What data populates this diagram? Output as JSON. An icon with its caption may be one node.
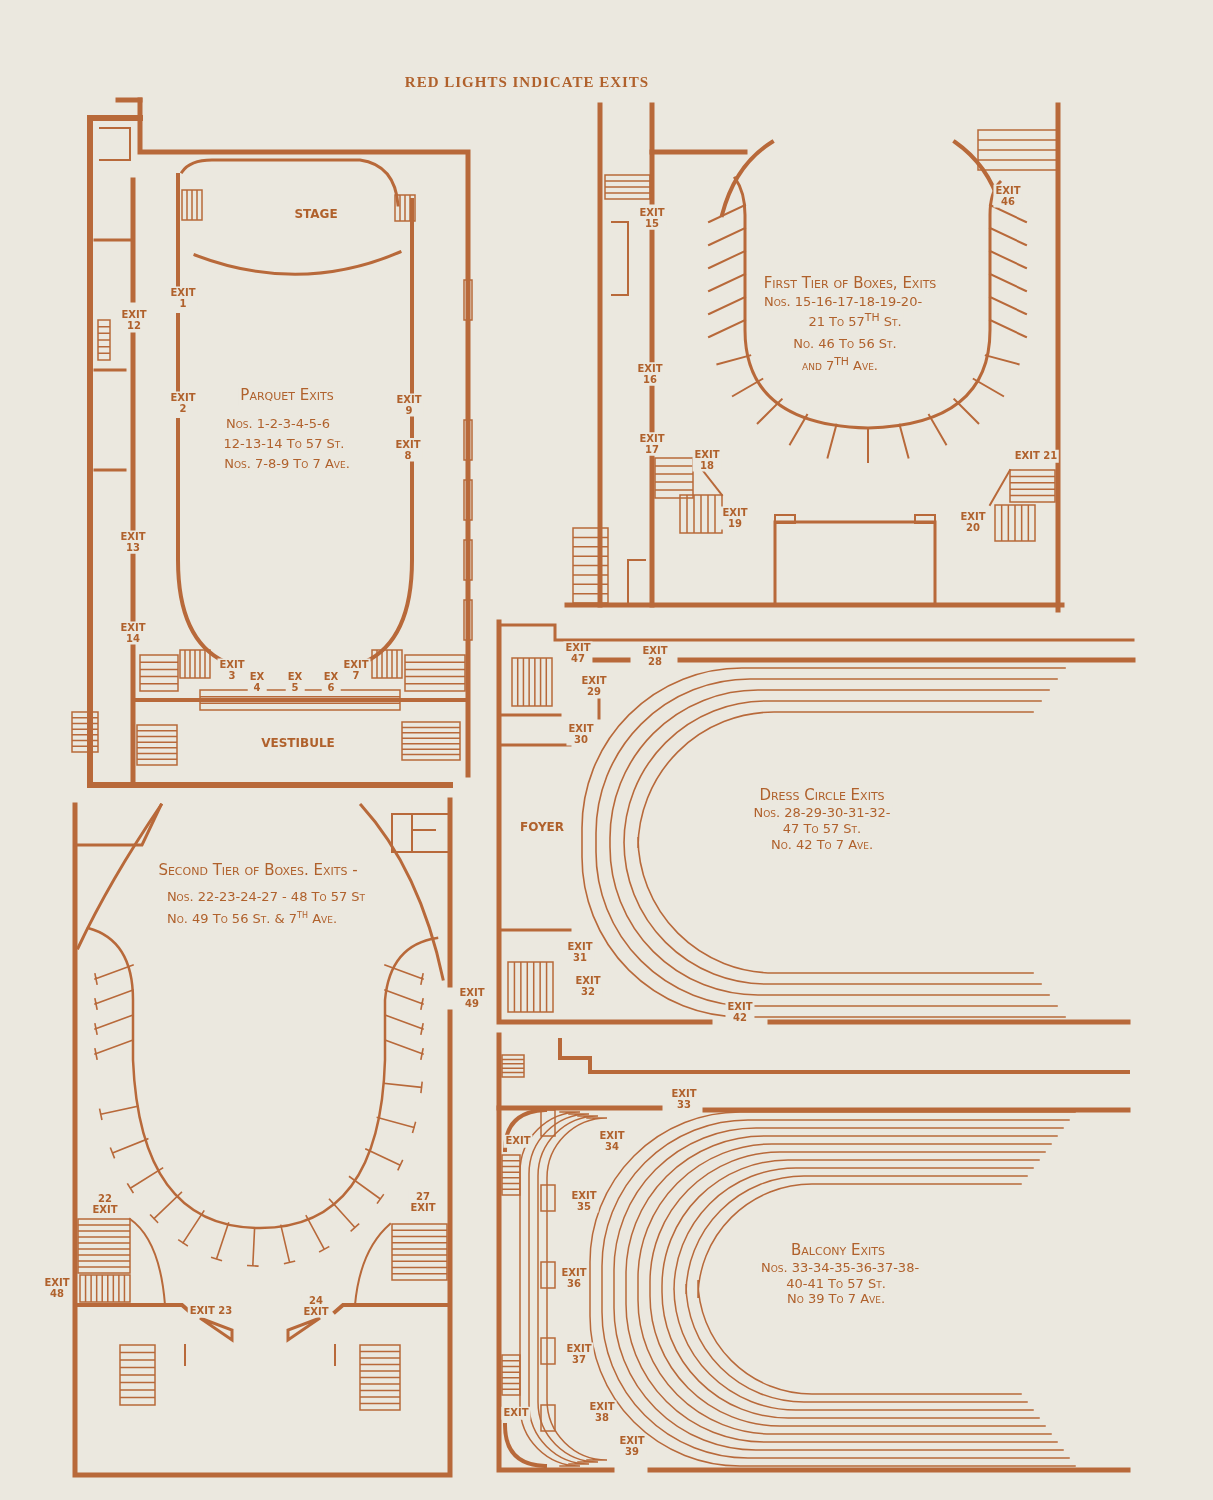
{
  "diagram": {
    "title": "RED LIGHTS INDICATE EXITS",
    "labels": [
      "STAGE",
      "EXIT 1",
      "EXIT 12",
      "EXIT 2",
      "Parquet Exits",
      "Nos. 1-2-3-4-5-6",
      "12-13-14 To 57 St.",
      "Nos. 7-8-9 To 7 Ave.",
      "EXIT 9",
      "EXIT 8",
      "EXIT 13",
      "EXIT 14",
      "EXIT 3",
      "EX 4",
      "EX 5",
      "EX 6",
      "EXIT 7",
      "VESTIBULE",
      "EXIT 15",
      "EXIT 46",
      "First Tier of Boxes, Exits",
      "Nos. 15-16-17-18-19-20-",
      "21 To 57$^{TH}$ St.",
      "No. 46 To 56 St.",
      "and 7$^{TH}$ Ave.",
      "EXIT 16",
      "EXIT 17",
      "EXIT 18",
      "EXIT 21",
      "EXIT 19",
      "EXIT 20",
      "EXIT 47",
      "EXIT 28",
      "EXIT 29",
      "EXIT 30",
      "FOYER",
      "Dress Circle Exits",
      "Nos. 28-29-30-31-32-",
      "47 To 57 St.",
      "No. 42 To 7 Ave.",
      "EXIT 31",
      "EXIT 32",
      "EXIT 42",
      "Second Tier of Boxes. Exits -",
      "Nos. 22-23-24-27 - 48 To 57 St",
      "No. 49 To 56 St. & 7$^{th}$ Ave.",
      "EXIT 49",
      "22 EXIT",
      "27 EXIT",
      "EXIT 48",
      "EXIT 23",
      "24 EXIT",
      "EXIT 33",
      "EXIT",
      "EXIT 34",
      "EXIT 35",
      "Balcony Exits",
      "Nos. 33-34-35-36-37-38-",
      "40-41 To 57 St.",
      "No 39 To 7 Ave.",
      "EXIT 36",
      "EXIT 37",
      "EXIT",
      "EXIT 38",
      "EXIT 39"
    ]
  }
}
